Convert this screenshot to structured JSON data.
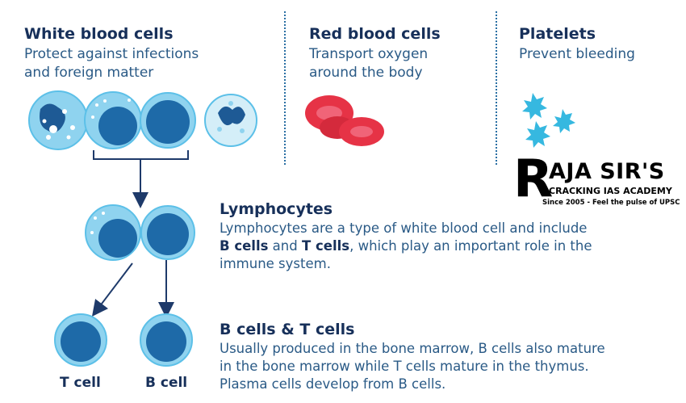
{
  "wbc": {
    "title": "White blood cells",
    "desc_line1": "Protect against infections",
    "desc_line2": "and foreign matter"
  },
  "rbc": {
    "title": "Red blood cells",
    "desc_line1": "Transport oxygen",
    "desc_line2": "around the body"
  },
  "platelets": {
    "title": "Platelets",
    "desc": "Prevent bleeding"
  },
  "lymphocytes": {
    "title": "Lymphocytes",
    "line1": "Lymphocytes are a type of white blood cell and include",
    "line2_b1": "B cells",
    "line2_and": " and ",
    "line2_b2": "T cells",
    "line2_rest": ", which play an important role in the",
    "line3": "immune system."
  },
  "bt_cells": {
    "title": "B cells & T cells",
    "line1": "Usually produced in the bone marrow, B cells also mature",
    "line2": "in the bone marrow while T cells mature in the thymus.",
    "line3": "Plasma cells develop from B cells."
  },
  "cell_labels": {
    "t_cell": "T cell",
    "b_cell": "B cell"
  },
  "watermark": {
    "brand_r": "R",
    "brand_rest": "AJA SIR'S",
    "academy": "CRACKING IAS ACADEMY",
    "tagline": "Since 2005 - Feel the pulse of UPSC"
  },
  "colors": {
    "cell_outer": "#8fd3ef",
    "cell_nucleus": "#1e6aa8",
    "rbc": "#e63346",
    "platelet": "#36b8e0",
    "arrow": "#1e3a6a"
  }
}
